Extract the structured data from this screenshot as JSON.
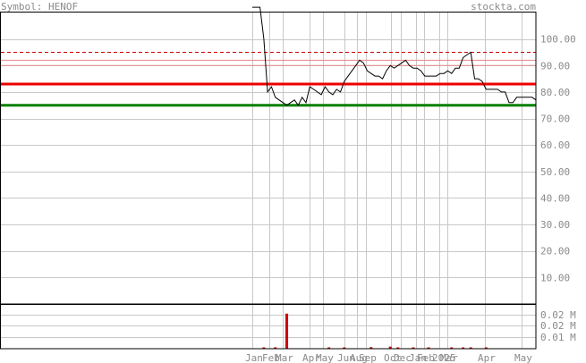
{
  "header": {
    "symbol_label": "Symbol: HENOF",
    "brand": "stockta.com"
  },
  "chart_data": [
    {
      "type": "line",
      "title": "",
      "ylim": [
        0,
        110
      ],
      "yticks": [
        10,
        20,
        30,
        40,
        50,
        60,
        70,
        80,
        90,
        100
      ],
      "ytick_labels": [
        "10.00",
        "20.00",
        "30.00",
        "40.00",
        "50.00",
        "60.00",
        "70.00",
        "80.00",
        "90.00",
        "100.00"
      ],
      "x_months": [
        "Jan",
        "Feb",
        "Mar",
        "Apr",
        "May",
        "Jun",
        "Aug",
        "Sep",
        "Oct",
        "Dec",
        "Jan",
        "Feb",
        "2025",
        "Mar",
        "Apr",
        "May"
      ],
      "x_ticks": [
        "Jan",
        "Feb",
        "Mar",
        "Apr",
        "May",
        "Jun",
        "Aug",
        "Sep",
        "Oct",
        "Dec",
        "Jan",
        "Feb",
        "2025",
        "Mar",
        "Apr",
        "May"
      ],
      "grid": true,
      "series": [
        {
          "values": [
            112,
            112,
            112,
            100,
            80,
            82,
            78,
            77,
            76,
            75,
            76,
            77,
            75,
            78,
            76,
            82,
            81,
            80,
            79,
            82,
            80,
            79,
            81,
            80,
            84,
            86,
            88,
            90,
            92,
            91,
            88,
            87,
            86,
            86,
            85,
            88,
            90,
            89,
            90,
            91,
            92,
            90,
            89,
            89,
            88,
            86,
            86,
            86,
            86,
            87,
            87,
            88,
            87,
            89,
            89,
            93,
            94,
            95,
            85,
            85,
            84,
            81,
            81,
            81,
            81,
            80,
            80,
            76,
            76,
            78,
            78,
            78,
            78,
            78,
            77
          ]
        }
      ],
      "reference_lines": [
        {
          "value": 95,
          "color": "#cc0000",
          "style": "dashed"
        },
        {
          "value": 92,
          "color": "#e88888",
          "style": "solid"
        },
        {
          "value": 90,
          "color": "#e88888",
          "style": "solid"
        },
        {
          "value": 83,
          "color": "#ee0000",
          "style": "thick"
        },
        {
          "value": 75,
          "color": "#008000",
          "style": "thick"
        }
      ]
    },
    {
      "type": "bar",
      "title": "",
      "ylim": [
        0,
        0.025
      ],
      "ytick_labels": [
        "0.02 M",
        "0.02 M",
        "0.01 M"
      ],
      "yticks": [
        0.02,
        0.015,
        0.01
      ],
      "bars": [
        {
          "x": 3,
          "value": 0.0005
        },
        {
          "x": 6,
          "value": 0.0008
        },
        {
          "x": 9,
          "value": 0.02
        },
        {
          "x": 20,
          "value": 0.0006
        },
        {
          "x": 24,
          "value": 0.0007
        },
        {
          "x": 31,
          "value": 0.0009
        },
        {
          "x": 36,
          "value": 0.0012
        },
        {
          "x": 38,
          "value": 0.0004
        },
        {
          "x": 42,
          "value": 0.0007
        },
        {
          "x": 46,
          "value": 0.0004
        },
        {
          "x": 52,
          "value": 0.0006
        },
        {
          "x": 55,
          "value": 0.0006
        },
        {
          "x": 57,
          "value": 0.0005
        },
        {
          "x": 61,
          "value": 0.0006
        }
      ],
      "bar_color": "#cc0000"
    }
  ],
  "colors": {
    "frame": "#000000",
    "grid": "#c8c8c8",
    "price_line": "#000000",
    "label": "#8a8a8a"
  }
}
